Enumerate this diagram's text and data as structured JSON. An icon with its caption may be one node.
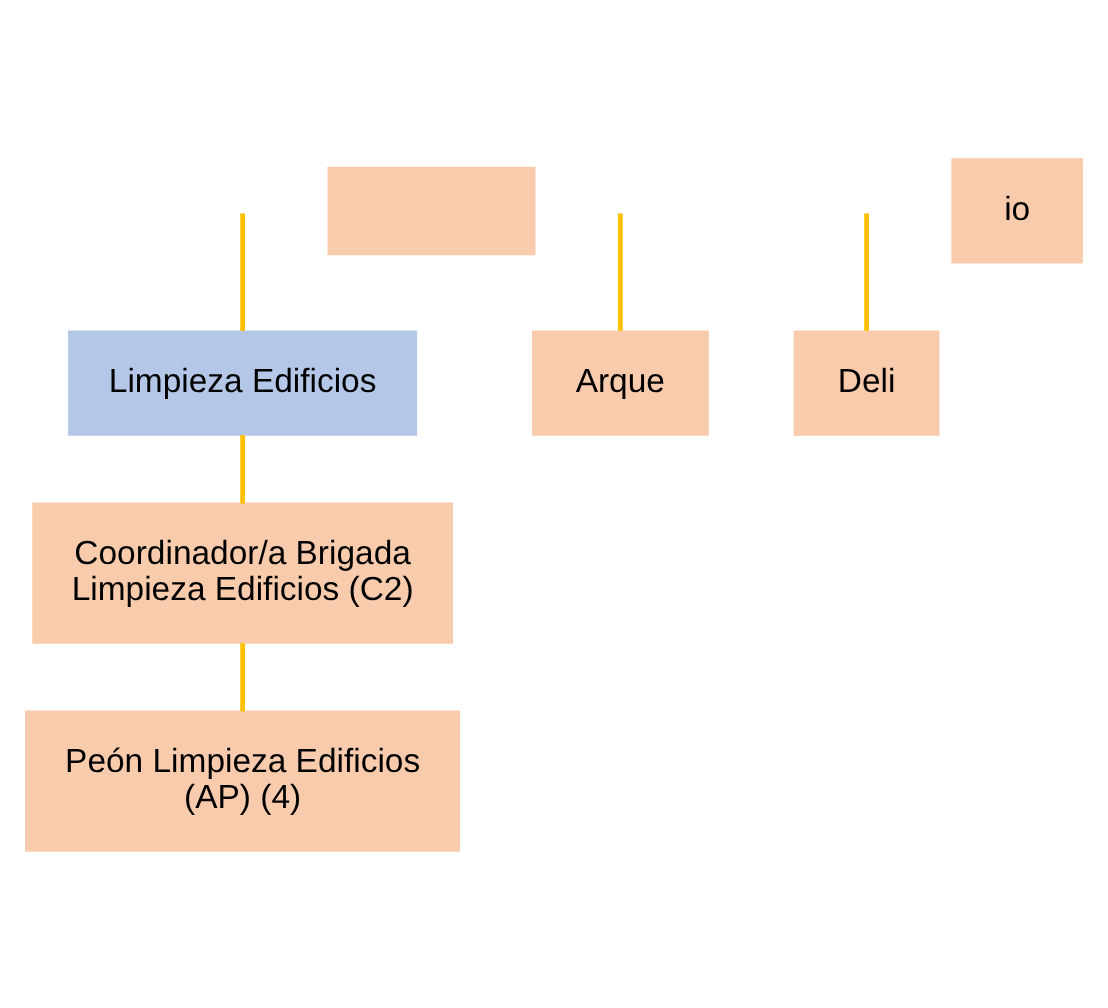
{
  "diagram": {
    "nodes": [
      {
        "text": [
          "Limpieza Edificios"
        ]
      },
      {
        "text": [
          "Coordinador/a Brigada Limpieza Edificios (C2)"
        ]
      },
      {
        "text": [
          "Peón Limpieza Edificios (AP) (4)"
        ]
      },
      {
        "text": [],
        "shape": "box"
      },
      {
        "text": [
          "Arque"
        ]
      },
      {
        "text": [
          "Deli"
        ]
      },
      {
        "text": [
          "io"
        ]
      }
    ],
    "edges": [
      {
        "from": null,
        "to": 0,
        "arrow": "none"
      },
      {
        "from": 0,
        "to": 1,
        "arrow": "none"
      },
      {
        "from": 1,
        "to": 2,
        "arrow": "none"
      },
      {
        "from": null,
        "to": 4,
        "arrow": "none"
      },
      {
        "from": null,
        "to": 5,
        "arrow": "none"
      }
    ]
  }
}
